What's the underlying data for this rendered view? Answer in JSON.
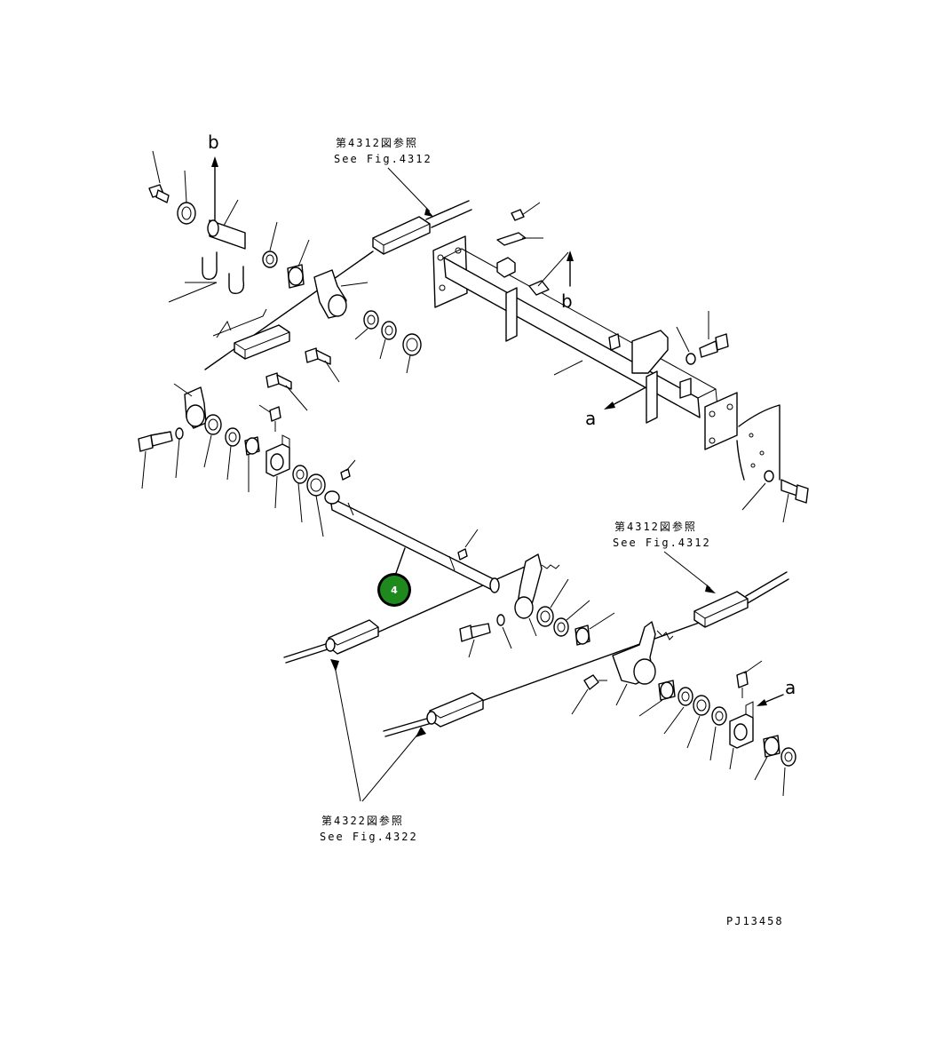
{
  "references": {
    "top": {
      "jp": "第4312図参照",
      "en": "See Fig.4312"
    },
    "right": {
      "jp": "第4312図参照",
      "en": "See Fig.4312"
    },
    "bottom": {
      "jp": "第4322図参照",
      "en": "See Fig.4322"
    }
  },
  "markers": {
    "b_left": "b",
    "b_right": "b",
    "a_mid": "a",
    "a_right": "a"
  },
  "callout": {
    "label": "4",
    "color": "#1e8a1e"
  },
  "drawing_number": "PJ13458"
}
